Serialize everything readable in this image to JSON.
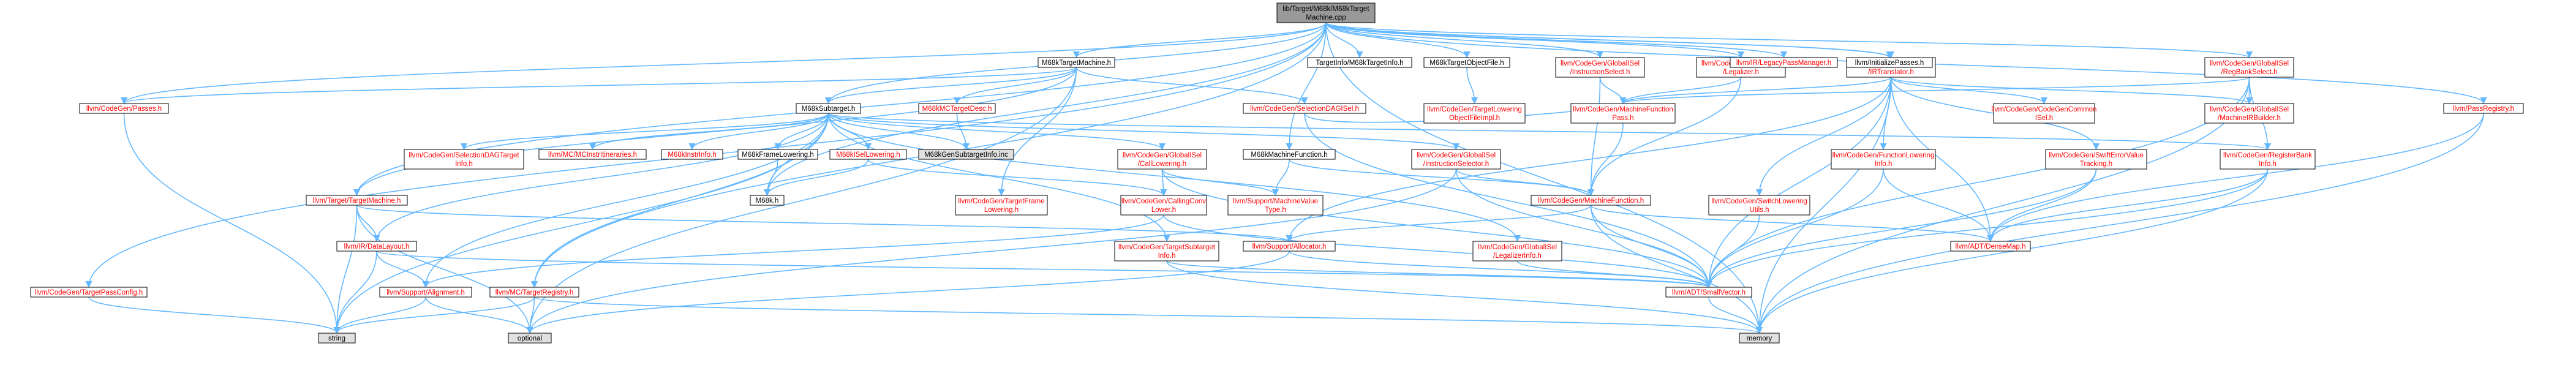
{
  "colors": {
    "root_fill": "#999999",
    "node_fill": "#ffffff",
    "system_fill": "#e0e0e0",
    "edge": "#63b8ff",
    "link_text": "#ff0000",
    "plain_text": "#000000"
  },
  "nodes": [
    {
      "id": "root",
      "lines": [
        "lib/Target/M68k/M68kTarget",
        "Machine.cpp"
      ],
      "style": "root"
    },
    {
      "id": "m68k_target_machine_h",
      "lines": [
        "M68kTargetMachine.h"
      ],
      "style": "plain"
    },
    {
      "id": "target_info",
      "lines": [
        "TargetInfo/M68kTargetInfo.h"
      ],
      "style": "plain"
    },
    {
      "id": "target_object_file",
      "lines": [
        "M68kTargetObjectFile.h"
      ],
      "style": "plain"
    },
    {
      "id": "irtranslator",
      "lines": [
        "llvm/CodeGen/GlobalISel",
        "/IRTranslator.h"
      ],
      "style": "link"
    },
    {
      "id": "instruction_select",
      "lines": [
        "llvm/CodeGen/GlobalISel",
        "/InstructionSelect.h"
      ],
      "style": "link"
    },
    {
      "id": "legalizer",
      "lines": [
        "llvm/CodeGen/GlobalISel",
        "/Legalizer.h"
      ],
      "style": "link"
    },
    {
      "id": "reg_bank_select",
      "lines": [
        "llvm/CodeGen/GlobalISel",
        "/RegBankSelect.h"
      ],
      "style": "link"
    },
    {
      "id": "legacy_pass_manager",
      "lines": [
        "llvm/IR/LegacyPassManager.h"
      ],
      "style": "link"
    },
    {
      "id": "initialize_passes",
      "lines": [
        "llvm/InitializePasses.h"
      ],
      "style": "plain"
    },
    {
      "id": "codegen_passes",
      "lines": [
        "llvm/CodeGen/Passes.h"
      ],
      "style": "link"
    },
    {
      "id": "m68k_subtarget",
      "lines": [
        "M68kSubtarget.h"
      ],
      "style": "plain"
    },
    {
      "id": "mc_target_desc",
      "lines": [
        "M68kMCTargetDesc.h"
      ],
      "style": "link"
    },
    {
      "id": "selection_dag_isel",
      "lines": [
        "llvm/CodeGen/SelectionDAGISel.h"
      ],
      "style": "link"
    },
    {
      "id": "tlof_helper",
      "lines": [
        "llvm/CodeGen/TargetLowering",
        "ObjectFileImpl.h"
      ],
      "style": "link"
    },
    {
      "id": "machine_function_pass",
      "lines": [
        "llvm/CodeGen/MachineFunction",
        "Pass.h"
      ],
      "style": "link"
    },
    {
      "id": "codegen_common_isel",
      "lines": [
        "llvm/CodeGen/CodeGenCommon",
        "ISel.h"
      ],
      "style": "link"
    },
    {
      "id": "machine_ir_builder",
      "lines": [
        "llvm/CodeGen/GlobalISel",
        "/MachineIRBuilder.h"
      ],
      "style": "link"
    },
    {
      "id": "pass_registry",
      "lines": [
        "llvm/PassRegistry.h"
      ],
      "style": "link"
    },
    {
      "id": "selection_dag_target_info",
      "lines": [
        "llvm/CodeGen/SelectionDAGTarget",
        "Info.h"
      ],
      "style": "link"
    },
    {
      "id": "mc_instr_itineraries",
      "lines": [
        "llvm/MC/MCInstrItineraries.h"
      ],
      "style": "link"
    },
    {
      "id": "m68k_instr_info",
      "lines": [
        "M68kInstrInfo.h"
      ],
      "style": "link"
    },
    {
      "id": "m68k_frame_lowering",
      "lines": [
        "M68kFrameLowering.h"
      ],
      "style": "plain"
    },
    {
      "id": "m68k_isel_lowering",
      "lines": [
        "M68kISelLowering.h"
      ],
      "style": "link"
    },
    {
      "id": "m68k_gen_subtarget_info",
      "lines": [
        "M68kGenSubtargetInfo.inc"
      ],
      "style": "system"
    },
    {
      "id": "call_lowering",
      "lines": [
        "llvm/CodeGen/GlobalISel",
        "/CallLowering.h"
      ],
      "style": "link"
    },
    {
      "id": "m68k_machine_function",
      "lines": [
        "M68kMachineFunction.h"
      ],
      "style": "plain"
    },
    {
      "id": "instruction_selector",
      "lines": [
        "llvm/CodeGen/GlobalISel",
        "/InstructionSelector.h"
      ],
      "style": "link"
    },
    {
      "id": "function_lowering_info",
      "lines": [
        "llvm/CodeGen/FunctionLowering",
        "Info.h"
      ],
      "style": "link"
    },
    {
      "id": "swift_error_value_tracking",
      "lines": [
        "llvm/CodeGen/SwiftErrorValue",
        "Tracking.h"
      ],
      "style": "link"
    },
    {
      "id": "register_bank_info",
      "lines": [
        "llvm/CodeGen/RegisterBank",
        "Info.h"
      ],
      "style": "link"
    },
    {
      "id": "target_machine",
      "lines": [
        "llvm/Target/TargetMachine.h"
      ],
      "style": "link"
    },
    {
      "id": "m68k_h",
      "lines": [
        "M68k.h"
      ],
      "style": "plain"
    },
    {
      "id": "target_frame_lowering",
      "lines": [
        "llvm/CodeGen/TargetFrame",
        "Lowering.h"
      ],
      "style": "link"
    },
    {
      "id": "machine_value_type",
      "lines": [
        "llvm/Support/MachineValue",
        "Type.h"
      ],
      "style": "link"
    },
    {
      "id": "calling_conv_lower",
      "lines": [
        "llvm/CodeGen/CallingConv",
        "Lower.h"
      ],
      "style": "link"
    },
    {
      "id": "machine_function",
      "lines": [
        "llvm/CodeGen/MachineFunction.h"
      ],
      "style": "link"
    },
    {
      "id": "switch_lowering_utils",
      "lines": [
        "llvm/CodeGen/SwitchLowering",
        "Utils.h"
      ],
      "style": "link"
    },
    {
      "id": "dense_map",
      "lines": [
        "llvm/ADT/DenseMap.h"
      ],
      "style": "link"
    },
    {
      "id": "ir_data_layout",
      "lines": [
        "llvm/IR/DataLayout.h"
      ],
      "style": "link"
    },
    {
      "id": "support_allocator",
      "lines": [
        "llvm/Support/Allocator.h"
      ],
      "style": "link"
    },
    {
      "id": "target_subtarget_info",
      "lines": [
        "llvm/CodeGen/TargetSubtarget",
        "Info.h"
      ],
      "style": "link"
    },
    {
      "id": "legalizer_info",
      "lines": [
        "llvm/CodeGen/GlobalISel",
        "/LegalizerInfo.h"
      ],
      "style": "link"
    },
    {
      "id": "target_pass_config",
      "lines": [
        "llvm/CodeGen/TargetPassConfig.h"
      ],
      "style": "link"
    },
    {
      "id": "support_alignment",
      "lines": [
        "llvm/Support/Alignment.h"
      ],
      "style": "link"
    },
    {
      "id": "mc_target_registry",
      "lines": [
        "llvm/MC/TargetRegistry.h"
      ],
      "style": "link"
    },
    {
      "id": "small_vector",
      "lines": [
        "llvm/ADT/SmallVector.h"
      ],
      "style": "link"
    },
    {
      "id": "string",
      "lines": [
        "string"
      ],
      "style": "system"
    },
    {
      "id": "optional",
      "lines": [
        "optional"
      ],
      "style": "system"
    },
    {
      "id": "memory",
      "lines": [
        "memory"
      ],
      "style": "system"
    }
  ],
  "edges": [
    [
      "root",
      "m68k_target_machine_h"
    ],
    [
      "root",
      "target_info"
    ],
    [
      "root",
      "target_object_file"
    ],
    [
      "root",
      "irtranslator"
    ],
    [
      "root",
      "instruction_select"
    ],
    [
      "root",
      "legalizer"
    ],
    [
      "root",
      "reg_bank_select"
    ],
    [
      "root",
      "legacy_pass_manager"
    ],
    [
      "root",
      "initialize_passes"
    ],
    [
      "root",
      "codegen_passes"
    ],
    [
      "root",
      "m68k_subtarget"
    ],
    [
      "root",
      "m68k_machine_function"
    ],
    [
      "root",
      "target_pass_config"
    ],
    [
      "root",
      "mc_target_registry"
    ],
    [
      "root",
      "pass_registry"
    ],
    [
      "root",
      "memory"
    ],
    [
      "root",
      "m68k_h"
    ],
    [
      "root",
      "target_machine"
    ],
    [
      "m68k_target_machine_h",
      "m68k_subtarget"
    ],
    [
      "m68k_target_machine_h",
      "mc_target_desc"
    ],
    [
      "m68k_target_machine_h",
      "selection_dag_isel"
    ],
    [
      "m68k_target_machine_h",
      "codegen_passes"
    ],
    [
      "m68k_target_machine_h",
      "target_machine"
    ],
    [
      "m68k_target_machine_h",
      "optional"
    ],
    [
      "m68k_target_machine_h",
      "target_frame_lowering"
    ],
    [
      "target_object_file",
      "tlof_helper"
    ],
    [
      "m68k_subtarget",
      "selection_dag_target_info"
    ],
    [
      "m68k_subtarget",
      "mc_instr_itineraries"
    ],
    [
      "m68k_subtarget",
      "m68k_instr_info"
    ],
    [
      "m68k_subtarget",
      "m68k_frame_lowering"
    ],
    [
      "m68k_subtarget",
      "m68k_isel_lowering"
    ],
    [
      "m68k_subtarget",
      "m68k_gen_subtarget_info"
    ],
    [
      "m68k_subtarget",
      "call_lowering"
    ],
    [
      "m68k_subtarget",
      "instruction_selector"
    ],
    [
      "m68k_subtarget",
      "legalizer_info"
    ],
    [
      "m68k_subtarget",
      "register_bank_info"
    ],
    [
      "m68k_subtarget",
      "target_subtarget_info"
    ],
    [
      "m68k_subtarget",
      "ir_data_layout"
    ],
    [
      "m68k_subtarget",
      "mc_target_registry"
    ],
    [
      "m68k_subtarget",
      "string"
    ],
    [
      "m68k_subtarget",
      "m68k_h"
    ],
    [
      "m68k_subtarget",
      "support_alignment"
    ],
    [
      "mc_target_desc",
      "m68k_gen_subtarget_info"
    ],
    [
      "selection_dag_isel",
      "machine_function_pass"
    ],
    [
      "selection_dag_isel",
      "small_vector"
    ],
    [
      "irtranslator",
      "machine_function_pass"
    ],
    [
      "irtranslator",
      "codegen_common_isel"
    ],
    [
      "irtranslator",
      "function_lowering_info"
    ],
    [
      "irtranslator",
      "swift_error_value_tracking"
    ],
    [
      "irtranslator",
      "machine_ir_builder"
    ],
    [
      "irtranslator",
      "switch_lowering_utils"
    ],
    [
      "irtranslator",
      "dense_map"
    ],
    [
      "irtranslator",
      "small_vector"
    ],
    [
      "irtranslator",
      "support_allocator"
    ],
    [
      "irtranslator",
      "memory"
    ],
    [
      "instruction_select",
      "machine_function_pass"
    ],
    [
      "instruction_select",
      "machine_function"
    ],
    [
      "legalizer",
      "machine_function_pass"
    ],
    [
      "legalizer",
      "machine_function"
    ],
    [
      "reg_bank_select",
      "machine_function_pass"
    ],
    [
      "reg_bank_select",
      "machine_ir_builder"
    ],
    [
      "reg_bank_select",
      "register_bank_info"
    ],
    [
      "reg_bank_select",
      "small_vector"
    ],
    [
      "reg_bank_select",
      "memory"
    ],
    [
      "codegen_passes",
      "string"
    ],
    [
      "pass_registry",
      "dense_map"
    ],
    [
      "pass_registry",
      "memory"
    ],
    [
      "machine_function_pass",
      "machine_function"
    ],
    [
      "m68k_frame_lowering",
      "m68k_h"
    ],
    [
      "m68k_isel_lowering",
      "m68k_h"
    ],
    [
      "m68k_isel_lowering",
      "calling_conv_lower"
    ],
    [
      "call_lowering",
      "calling_conv_lower"
    ],
    [
      "call_lowering",
      "machine_value_type"
    ],
    [
      "call_lowering",
      "small_vector"
    ],
    [
      "m68k_machine_function",
      "machine_function"
    ],
    [
      "m68k_machine_function",
      "machine_value_type"
    ],
    [
      "instruction_selector",
      "machine_function"
    ],
    [
      "instruction_selector",
      "small_vector"
    ],
    [
      "instruction_selector",
      "optional"
    ],
    [
      "function_lowering_info",
      "dense_map"
    ],
    [
      "function_lowering_info",
      "small_vector"
    ],
    [
      "swift_error_value_tracking",
      "dense_map"
    ],
    [
      "swift_error_value_tracking",
      "small_vector"
    ],
    [
      "register_bank_info",
      "dense_map"
    ],
    [
      "register_bank_info",
      "small_vector"
    ],
    [
      "register_bank_info",
      "memory"
    ],
    [
      "target_machine",
      "ir_data_layout"
    ],
    [
      "target_machine",
      "support_allocator"
    ],
    [
      "target_machine",
      "optional"
    ],
    [
      "target_machine",
      "string"
    ],
    [
      "calling_conv_lower",
      "support_alignment"
    ],
    [
      "calling_conv_lower",
      "small_vector"
    ],
    [
      "machine_function",
      "dense_map"
    ],
    [
      "machine_function",
      "support_allocator"
    ],
    [
      "machine_function",
      "small_vector"
    ],
    [
      "machine_function",
      "memory"
    ],
    [
      "switch_lowering_utils",
      "small_vector"
    ],
    [
      "ir_data_layout",
      "support_alignment"
    ],
    [
      "ir_data_layout",
      "small_vector"
    ],
    [
      "ir_data_layout",
      "string"
    ],
    [
      "support_allocator",
      "optional"
    ],
    [
      "support_allocator",
      "small_vector"
    ],
    [
      "target_subtarget_info",
      "small_vector"
    ],
    [
      "target_subtarget_info",
      "memory"
    ],
    [
      "legalizer_info",
      "small_vector"
    ],
    [
      "target_pass_config",
      "string"
    ],
    [
      "support_alignment",
      "optional"
    ],
    [
      "support_alignment",
      "string"
    ],
    [
      "mc_target_registry",
      "string"
    ],
    [
      "mc_target_registry",
      "optional"
    ],
    [
      "mc_target_registry",
      "memory"
    ],
    [
      "small_vector",
      "memory"
    ]
  ]
}
